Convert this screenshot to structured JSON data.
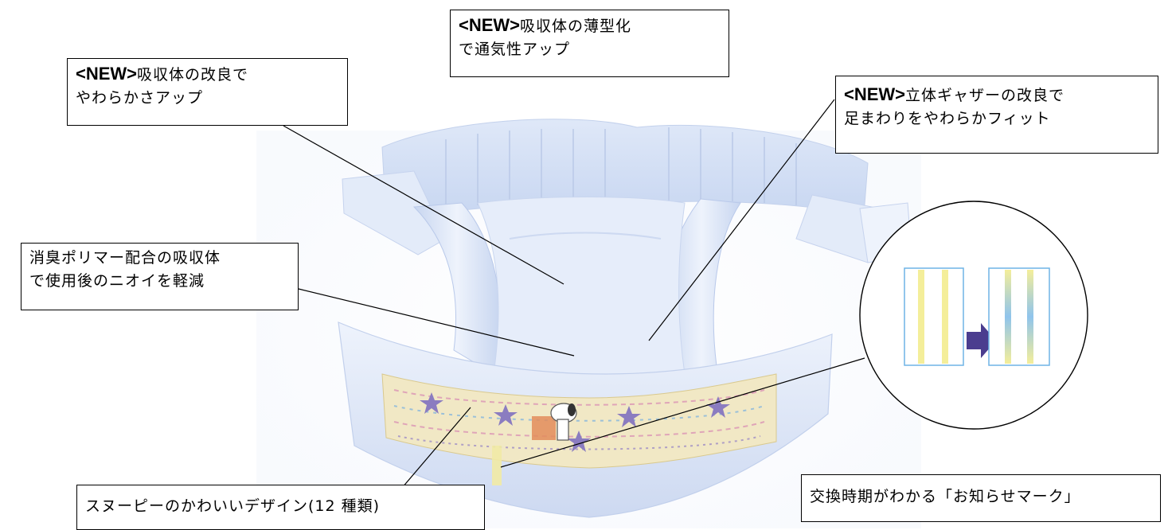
{
  "callouts": {
    "thin_absorber": {
      "new_tag": "<NEW>",
      "line1_rest": "吸収体の薄型化",
      "line2": "で通気性アップ"
    },
    "soft_absorber": {
      "new_tag": "<NEW>",
      "line1_rest": "吸収体の改良で",
      "line2": "やわらかさアップ"
    },
    "gather": {
      "new_tag": "<NEW>",
      "line1_rest": "立体ギャザーの改良で",
      "line2": "足まわりをやわらかフィット"
    },
    "odor": {
      "line1": "消臭ポリマー配合の吸収体",
      "line2": "で使用後のニオイを軽減"
    },
    "design": {
      "text": "スヌーピーのかわいいデザイン(12 種類)"
    },
    "indicator": {
      "text": "交換時期がわかる「お知らせマーク」"
    }
  },
  "colors": {
    "diaper_light": "#eef3fc",
    "diaper_mid": "#d6e2f6",
    "diaper_shade": "#b7c8ea",
    "indicator_yellow": "#f4ee9a",
    "indicator_blue": "#8fc4ec",
    "indicator_frame": "#6fb4e6",
    "arrow": "#4b3d8f",
    "print_band": "#efe3b8"
  },
  "icons": [
    "diaper-illustration",
    "indicator-before-icon",
    "indicator-after-icon",
    "arrow-right-icon"
  ]
}
